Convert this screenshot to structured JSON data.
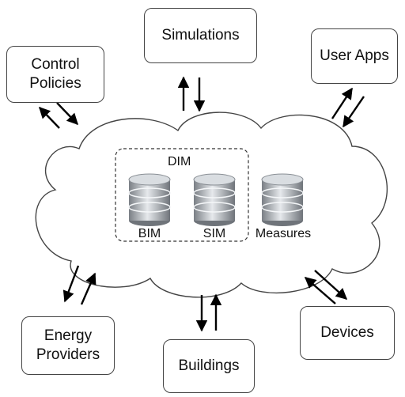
{
  "nodes": {
    "control_policies": "Control\nPolicies",
    "simulations": "Simulations",
    "user_apps": "User Apps",
    "energy_providers": "Energy\nProviders",
    "buildings": "Buildings",
    "devices": "Devices"
  },
  "cloud": {
    "dim_label": "DIM",
    "databases": [
      "BIM",
      "SIM",
      "Measures"
    ]
  }
}
